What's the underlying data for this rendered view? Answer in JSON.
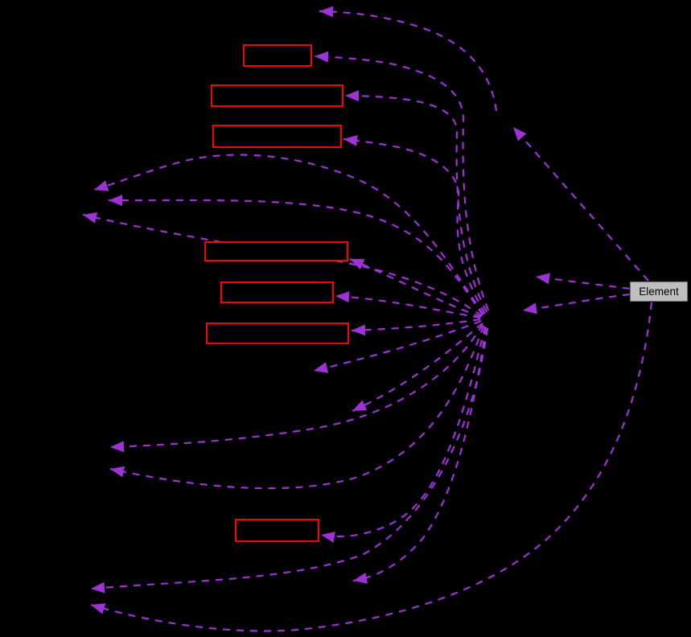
{
  "diagram": {
    "type": "dependency-graph",
    "description": "Doxygen-style collaboration graph on black background; dashed purple usage arrows point from the Element node and a central fan-out point to class boxes and hidden label nodes."
  },
  "colors": {
    "background": "#000000",
    "edge": "#9e32d6",
    "node_border": "#ff0000",
    "node_fill": "#000000",
    "element_fill": "#bfbfbf",
    "element_border": "#1a1a1a",
    "element_text": "#000000"
  },
  "element_node": {
    "label": "Element"
  },
  "nodes": [
    {
      "id": "b1",
      "label": ""
    },
    {
      "id": "b2",
      "label": ""
    },
    {
      "id": "b3",
      "label": ""
    },
    {
      "id": "ba",
      "label": ""
    },
    {
      "id": "bb",
      "label": ""
    },
    {
      "id": "bc",
      "label": ""
    },
    {
      "id": "b4",
      "label": ""
    }
  ],
  "edges": [
    {
      "id": "e-e1",
      "from": "element",
      "to": "hidden-node-right-1"
    },
    {
      "id": "e-e2",
      "from": "element",
      "to": "hub-node"
    },
    {
      "id": "e-e3",
      "from": "element",
      "to": "hidden-node-upper"
    },
    {
      "id": "e-big",
      "from": "element",
      "to": "hidden-node-bottom-left-2"
    },
    {
      "id": "e-ntop",
      "from": "hidden-node-upper",
      "to": "hidden-node-top"
    },
    {
      "id": "e-b1",
      "from": "hub-node",
      "to": "b1"
    },
    {
      "id": "e-b2",
      "from": "hub-node",
      "to": "b2"
    },
    {
      "id": "e-b3",
      "from": "hub-node",
      "to": "b3"
    },
    {
      "id": "e-nl1",
      "from": "hub-node",
      "to": "hidden-node-left-1"
    },
    {
      "id": "e-nl2",
      "from": "hub-node",
      "to": "hidden-node-left-2"
    },
    {
      "id": "e-nl3",
      "from": "hub-node",
      "to": "hidden-node-left-3"
    },
    {
      "id": "e-ba",
      "from": "hub-node",
      "to": "ba"
    },
    {
      "id": "e-bb",
      "from": "hub-node",
      "to": "bb"
    },
    {
      "id": "e-bc",
      "from": "hub-node",
      "to": "bc"
    },
    {
      "id": "e-nm1",
      "from": "hub-node",
      "to": "hidden-node-mid-1"
    },
    {
      "id": "e-nm2",
      "from": "hub-node",
      "to": "hidden-node-mid-2"
    },
    {
      "id": "e-nl4",
      "from": "hub-node",
      "to": "hidden-node-left-4"
    },
    {
      "id": "e-nl5",
      "from": "hub-node",
      "to": "hidden-node-left-5"
    },
    {
      "id": "e-b4",
      "from": "hub-node",
      "to": "b4"
    },
    {
      "id": "e-nb1",
      "from": "hub-node",
      "to": "hidden-node-bottom-mid"
    },
    {
      "id": "e-nb2",
      "from": "hub-node",
      "to": "hidden-node-bottom-left-1"
    }
  ]
}
